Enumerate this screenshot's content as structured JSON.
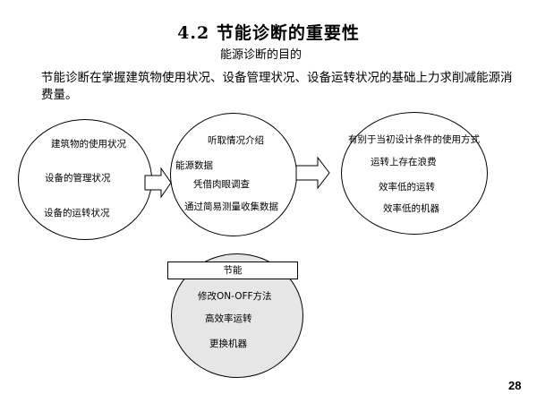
{
  "slide": {
    "title": "4.2 节能诊断的重要性",
    "subtitle": "能源诊断的目的",
    "intro_text": "节能诊断在掌握建筑物使用状况、设备管理状况、设备运转状况的基础上力求削减能源消费量。",
    "page_number": "28"
  },
  "left_circle": {
    "items": [
      "建筑物的使用状况",
      "设备的管理状况",
      "设备的运转状况"
    ]
  },
  "middle_circle": {
    "items": [
      "听取情况介绍",
      "能源数据",
      "凭借肉眼调查",
      "通过简易测量收集数据"
    ]
  },
  "right_circle": {
    "items": [
      "有别于当初设计条件的使用方式",
      "运转上存在浪费",
      "效率低的运转",
      "效率低的机器"
    ]
  },
  "bottom_circle": {
    "header": "节能",
    "items": [
      "修改ON-OFF方法",
      "高效率运转",
      "更换机器"
    ]
  }
}
